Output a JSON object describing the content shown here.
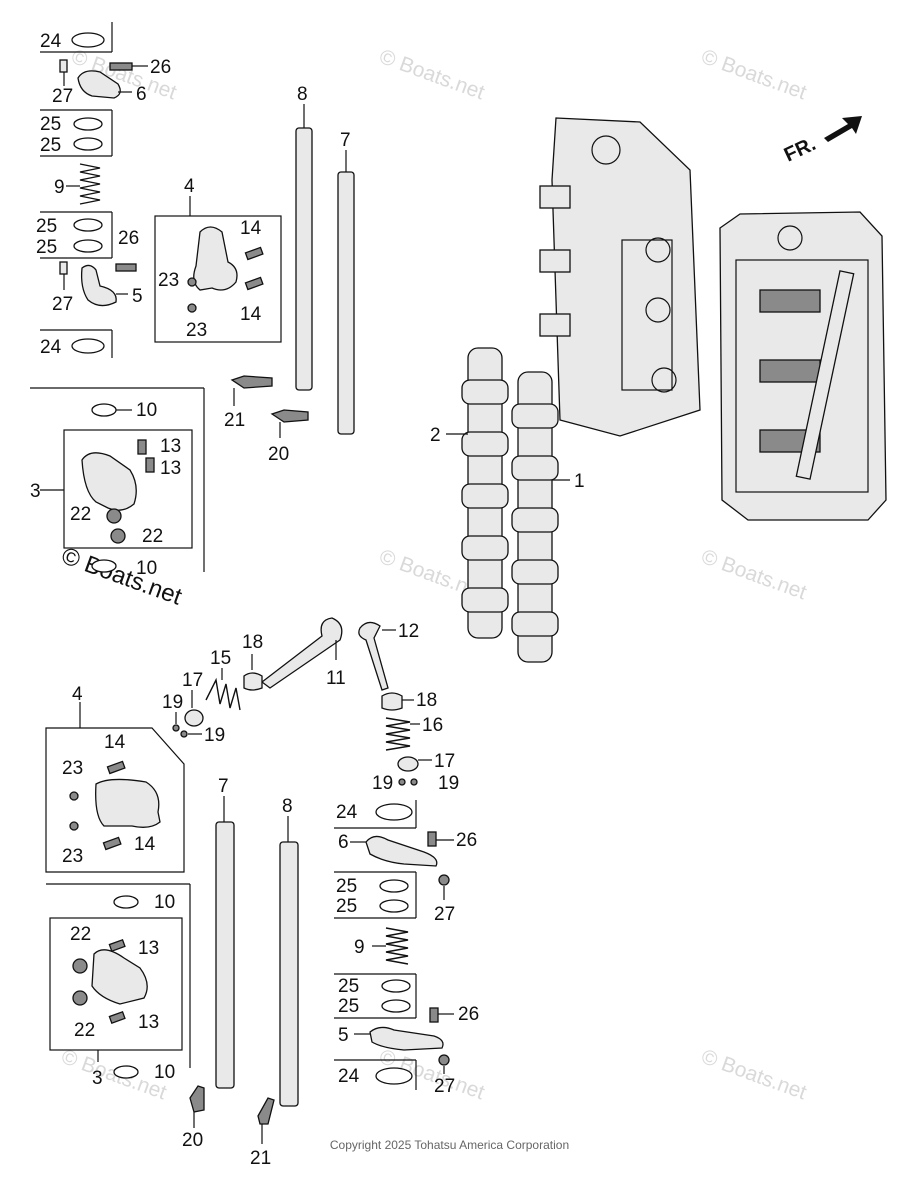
{
  "copyright": "Copyright 2025 Tohatsu America Corporation",
  "watermark_text": "© Boats.net",
  "direction_label": "FR.",
  "callouts": {
    "top_left": {
      "c24a": "24",
      "c26a": "26",
      "c27a": "27",
      "c6": "6",
      "c25a": "25",
      "c25b": "25",
      "c9": "9",
      "c25c": "25",
      "c25d": "25",
      "c26b": "26",
      "c27b": "27",
      "c5": "5",
      "c24b": "24"
    },
    "top_rocker": {
      "c4": "4",
      "c14a": "14",
      "c23a": "23",
      "c14b": "14",
      "c23b": "23"
    },
    "top_shafts": {
      "c8": "8",
      "c7": "7",
      "c21": "21",
      "c20": "20"
    },
    "top_bracket": {
      "c10a": "10",
      "c13a": "13",
      "c13b": "13",
      "c3": "3",
      "c22a": "22",
      "c22b": "22",
      "c10b": "10"
    },
    "camshafts": {
      "c2": "2",
      "c1": "1"
    },
    "valves": {
      "c18a": "18",
      "c12": "12",
      "c15": "15",
      "c17a": "17",
      "c19a": "19",
      "c19b": "19",
      "c11": "11",
      "c18b": "18",
      "c16": "16",
      "c17b": "17",
      "c19c": "19",
      "c19d": "19"
    },
    "bottom_rocker": {
      "c4": "4",
      "c14a": "14",
      "c23a": "23",
      "c14b": "14",
      "c23b": "23"
    },
    "bottom_shafts": {
      "c7": "7",
      "c8": "8",
      "c20": "20",
      "c21": "21"
    },
    "bottom_bracket": {
      "c10a": "10",
      "c22a": "22",
      "c13a": "13",
      "c22b": "22",
      "c13b": "13",
      "c3": "3",
      "c10b": "10"
    },
    "bottom_right": {
      "c24a": "24",
      "c6": "6",
      "c26a": "26",
      "c25a": "25",
      "c25b": "25",
      "c27a": "27",
      "c9": "9",
      "c25c": "25",
      "c25d": "25",
      "c26b": "26",
      "c5": "5",
      "c24b": "24",
      "c27b": "27"
    }
  }
}
